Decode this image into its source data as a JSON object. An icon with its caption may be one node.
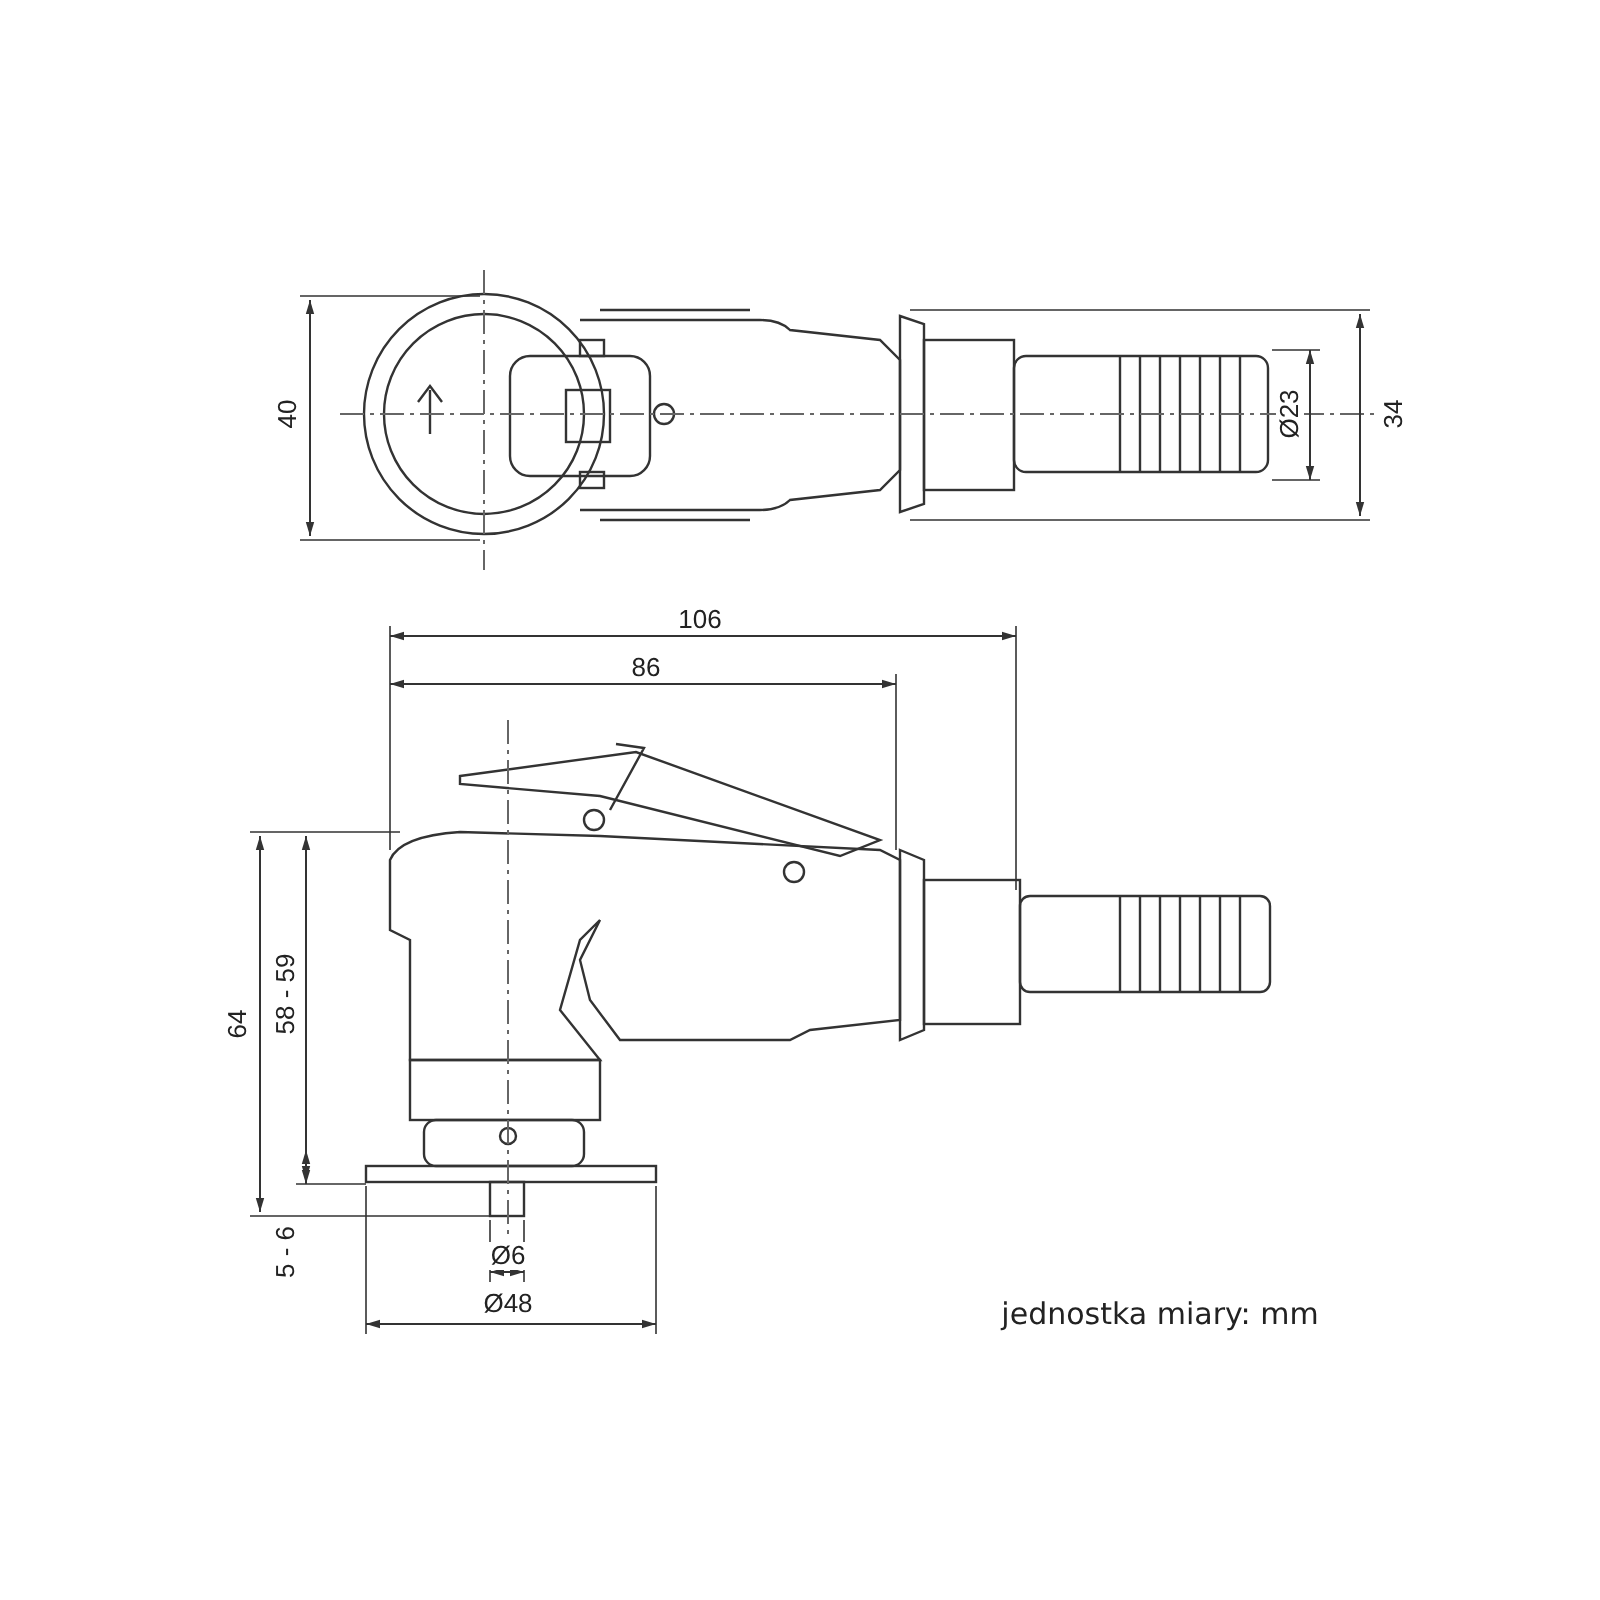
{
  "diagram": {
    "labels": [
      "40",
      "Ø23",
      "34",
      "106",
      "86",
      "64",
      "58 - 59",
      "5 - 6",
      "Ø6",
      "Ø48",
      "jednostka miary: mm"
    ]
  }
}
